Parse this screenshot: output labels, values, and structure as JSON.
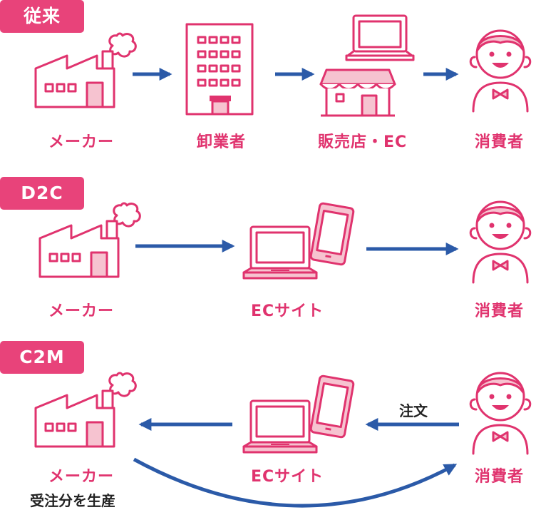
{
  "sections": {
    "traditional": {
      "tag": "従来",
      "labels": {
        "maker": "メーカー",
        "wholesaler": "卸業者",
        "retail": "販売店・EC",
        "consumer": "消費者"
      }
    },
    "d2c": {
      "tag": "D2C",
      "labels": {
        "maker": "メーカー",
        "ec_site": "ECサイト",
        "consumer": "消費者"
      }
    },
    "c2m": {
      "tag": "C2M",
      "labels": {
        "maker": "メーカー",
        "make_to_order": "受注分を生産",
        "ec_site": "ECサイト",
        "consumer": "消費者",
        "order": "注文"
      }
    }
  },
  "colors": {
    "accent_pink": "#e8437a",
    "light_pink": "#f6c3d0",
    "arrow_blue": "#2b5aa8"
  }
}
